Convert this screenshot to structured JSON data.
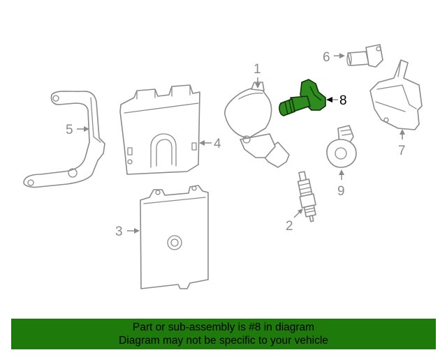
{
  "diagram": {
    "callouts": {
      "p1": "1",
      "p2": "2",
      "p3": "3",
      "p4": "4",
      "p5": "5",
      "p6": "6",
      "p7": "7",
      "p8": "8",
      "p9": "9"
    },
    "highlighted_part": "8",
    "colors": {
      "highlight_fill": "#2e8b1e",
      "banner_background": "#1f7a0c",
      "line_art": "#8a8a8a"
    }
  },
  "banner": {
    "line1": "Part or sub-assembly is #8 in diagram",
    "line2": "Diagram may not be specific to your vehicle"
  }
}
